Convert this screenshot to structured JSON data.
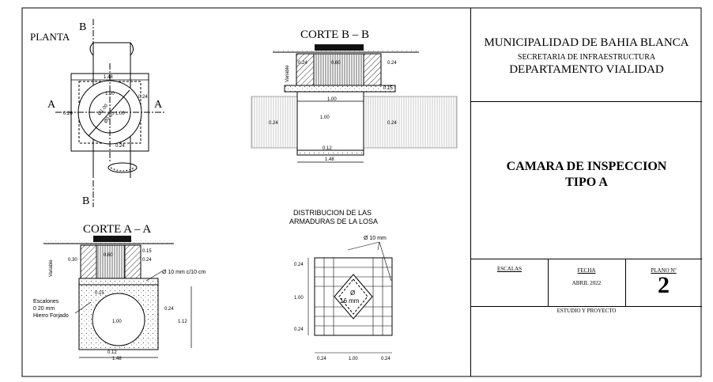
{
  "drawing": {
    "planta_label": "PLANTA",
    "section_b_top": "B",
    "section_b_bottom": "B",
    "section_a_left": "A",
    "section_a_right": "A",
    "corte_bb": "CORTE B – B",
    "corte_aa": "CORTE A – A",
    "distribucion_line1": "DISTRIBUCION DE LAS",
    "distribucion_line2": "ARMADURAS DE LA LOSA",
    "planta_dims": {
      "d148": "1.48",
      "d100a": "1.00",
      "d100b": "1.00",
      "d024a": "0.24",
      "d024b": "0.24",
      "d026": "0.26",
      "dia1": "Ø1.00",
      "dia2": "Ø0.60"
    },
    "bb_dims": {
      "d024l": "0.24",
      "d060": "0.60",
      "d024r": "0.24",
      "variable": "Variable",
      "d015": "0.15",
      "d100t": "1.00",
      "d100m": "1.00",
      "d024pl": "0.24",
      "d024pr": "0.24",
      "d012": "0.12",
      "d148": "1.48"
    },
    "aa_dims": {
      "variable": "Variable",
      "d030": "0.30",
      "d060": "0.60",
      "d015a": "0.15",
      "d024a": "0.24",
      "bar": "Ø 10 mm c/10 cm",
      "d015b": "0.15",
      "d024b": "0.24",
      "escalones1": "Escalones",
      "escalones2": "0 20 mm",
      "escalones3": "Hierro Forjado",
      "d100": "1.00",
      "d112": "1.12",
      "d012": "0.12",
      "d148": "1.48"
    },
    "losa_dims": {
      "bar10": "Ø 10 mm",
      "bar16a": "Ø",
      "bar16b": "16 mm",
      "v024a": "0.24",
      "v100": "1.00",
      "v024b": "0.24",
      "h024a": "0.24",
      "h100": "1.00",
      "h024b": "0.24"
    }
  },
  "title_block": {
    "org": "MUNICIPALIDAD DE BAHIA BLANCA",
    "secretaria": "SECRETARIA DE INFRAESTRUCTURA",
    "departamento": "DEPARTAMENTO VIALIDAD",
    "title1": "CAMARA DE INSPECCION",
    "title2": "TIPO  A",
    "escalas_label": "ESCALAS",
    "fecha_label": "FECHA",
    "fecha_value": "ABRIL 2022",
    "plano_label": "PLANO Nº",
    "plano_value": "2",
    "estudio": "ESTUDIO Y PROYECTO"
  }
}
